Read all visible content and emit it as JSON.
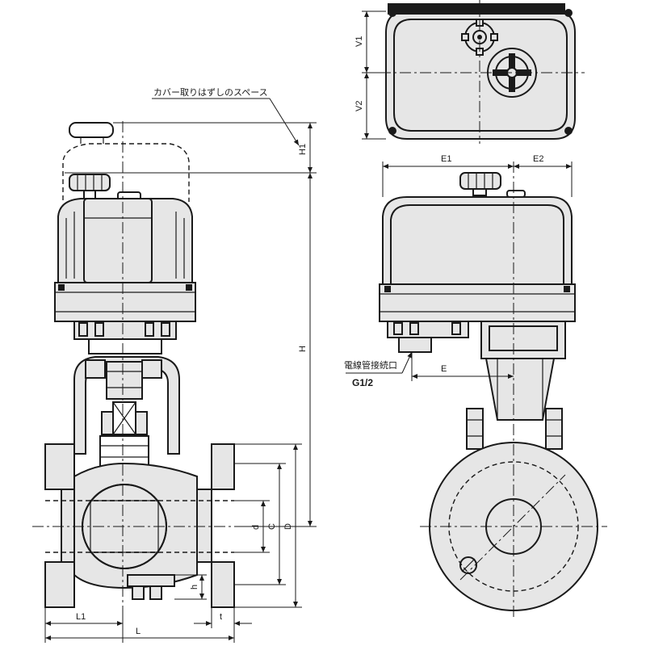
{
  "labels": {
    "cover_space_note": "カバー取りはずしのスペース",
    "conduit_port": "電線管接続口",
    "conduit_thread": "G1/2",
    "V1": "V1",
    "V2": "V2",
    "E1": "E1",
    "E2": "E2",
    "E": "E",
    "H1": "H1",
    "H": "H",
    "d": "d",
    "C": "C",
    "D": "D",
    "h": "h",
    "L1": "L1",
    "L": "L",
    "t": "t"
  }
}
